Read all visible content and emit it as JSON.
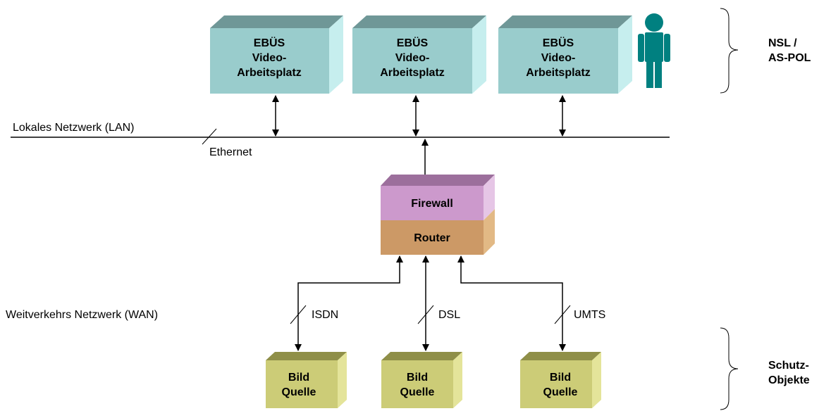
{
  "workstations": [
    {
      "line1": "EBÜS",
      "line2": "Video-",
      "line3": "Arbeitsplatz"
    },
    {
      "line1": "EBÜS",
      "line2": "Video-",
      "line3": "Arbeitsplatz"
    },
    {
      "line1": "EBÜS",
      "line2": "Video-",
      "line3": "Arbeitsplatz"
    }
  ],
  "nsl": {
    "line1": "NSL /",
    "line2": "AS-POL"
  },
  "lan": {
    "label": "Lokales Netzwerk (LAN)",
    "medium": "Ethernet"
  },
  "gateway": {
    "firewall": "Firewall",
    "router": "Router"
  },
  "wan": {
    "label": "Weitverkehrs Netzwerk (WAN)"
  },
  "links": [
    {
      "label": "ISDN"
    },
    {
      "label": "DSL"
    },
    {
      "label": "UMTS"
    }
  ],
  "sources": [
    {
      "line1": "Bild",
      "line2": "Quelle"
    },
    {
      "line1": "Bild",
      "line2": "Quelle"
    },
    {
      "line1": "Bild",
      "line2": "Quelle"
    }
  ],
  "protected": {
    "line1": "Schutz-",
    "line2": "Objekte"
  },
  "colors": {
    "workstation_front": "#99cccc",
    "workstation_side": "#c6eeee",
    "workstation_top": "#6f9797",
    "firewall_front": "#cc99cc",
    "firewall_side": "#e6c6e6",
    "firewall_top": "#9c6f9c",
    "router_front": "#cc9966",
    "router_side": "#e2b985",
    "source_front": "#cccc77",
    "source_side": "#e4e49a",
    "source_top": "#8f8f48",
    "person": "#008080",
    "line": "#000000"
  }
}
